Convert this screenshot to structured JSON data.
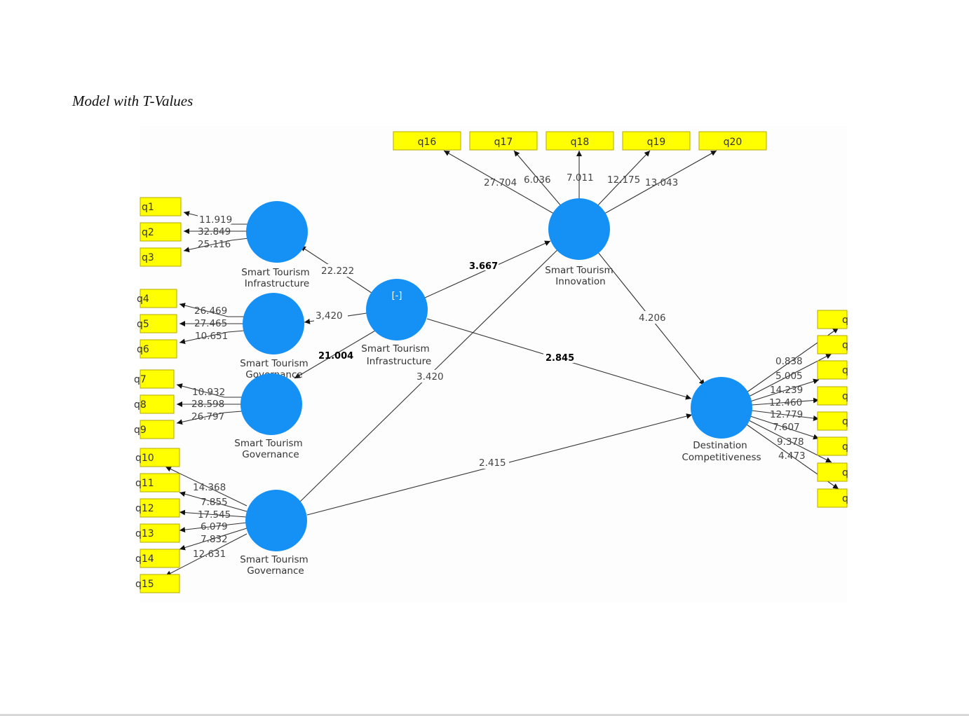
{
  "caption": "Model with T-Values",
  "indicators": {
    "q1": "q1",
    "q2": "q2",
    "q3": "q3",
    "q4": "q4",
    "q5": "q5",
    "q6": "q6",
    "q7": "q7",
    "q8": "q8",
    "q9": "q9",
    "q10": "q10",
    "q11": "q11",
    "q12": "q12",
    "q13": "q13",
    "q14": "q14",
    "q15": "q15",
    "q16": "q16",
    "q17": "q17",
    "q18": "q18",
    "q19": "q19",
    "q20": "q20",
    "dc1": "q",
    "dc2": "q",
    "dc3": "q",
    "dc4": "q",
    "dc5": "q",
    "dc6": "q",
    "dc7": "q",
    "dc8": "q"
  },
  "constructs": {
    "lv_a": [
      "Smart Tourism",
      "Infrastructure"
    ],
    "lv_b": [
      "Smart Tourism",
      "Governance"
    ],
    "lv_c": [
      "Smart Tourism",
      "Governance"
    ],
    "lv_d": [
      "Smart Tourism",
      "Governance"
    ],
    "lv_main": [
      "Smart Tourism",
      "Infrastructure"
    ],
    "lv_innov": [
      "Smart Tourism",
      "Innovation"
    ],
    "lv_dest": [
      "Destination",
      "Competitiveness"
    ],
    "collapse_mark": "[-]"
  },
  "loadings": {
    "lv_a": [
      "11.919",
      "32.849",
      "25.116"
    ],
    "lv_b": [
      "26.469",
      "27.465",
      "10.651"
    ],
    "lv_c": [
      "10.932",
      "28.598",
      "26.797"
    ],
    "lv_d": [
      "14.368",
      "7.855",
      "17.545",
      "6.079",
      "7.832",
      "12.631"
    ],
    "lv_innov": [
      "27.704",
      "6.036",
      "7.011",
      "12.175",
      "13.043"
    ],
    "lv_dest": [
      "0.838",
      "5.005",
      "14.239",
      "12.460",
      "12.779",
      "7.607",
      "9.378",
      "4.473"
    ]
  },
  "paths": {
    "main_to_a": "22.222",
    "main_to_b": "3,420",
    "main_to_c": "21.004",
    "main_to_innov": "3.667",
    "main_to_dest": "2.845",
    "d_to_innov": "3.420",
    "d_to_dest": "2.415",
    "innov_to_dest": "4.206"
  },
  "colors": {
    "indicator_fill": "#ffff00",
    "construct_fill": "#1591f6"
  }
}
